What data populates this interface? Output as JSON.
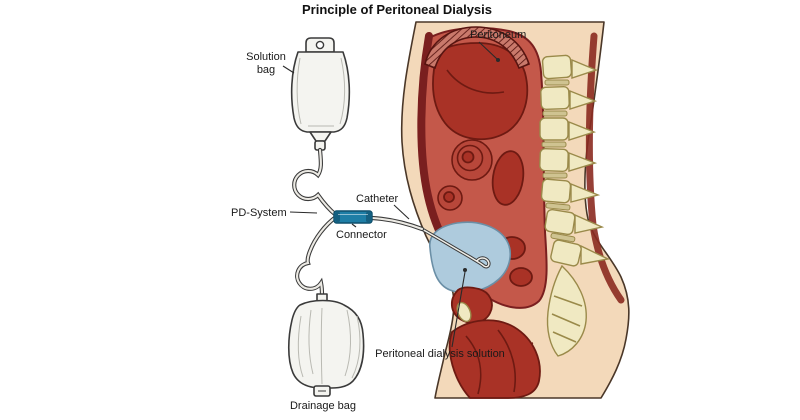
{
  "title": "Principle of Peritoneal Dialysis",
  "labels": {
    "solution_bag_line1": "Solution",
    "solution_bag_line2": "bag",
    "pd_system": "PD-System",
    "connector": "Connector",
    "catheter": "Catheter",
    "peritoneum": "Peritoneum",
    "dialysis_solution": "Peritoneal dialysis solution",
    "drainage_bag": "Drainage bag"
  },
  "colors": {
    "skin": "#F3D9BA",
    "body_outline": "#4A3728",
    "cavity_red": "#C4584A",
    "organ_red": "#A93226",
    "wall_dark_red": "#7A1F1F",
    "spine_yellow": "#F0E9C2",
    "spine_outline": "#9A8A4A",
    "dialysis_solution_blue": "#AECBDD",
    "connector_blue": "#1E7EA6",
    "bag_fill": "#F4F4F0",
    "background": "#FFFFFF"
  }
}
